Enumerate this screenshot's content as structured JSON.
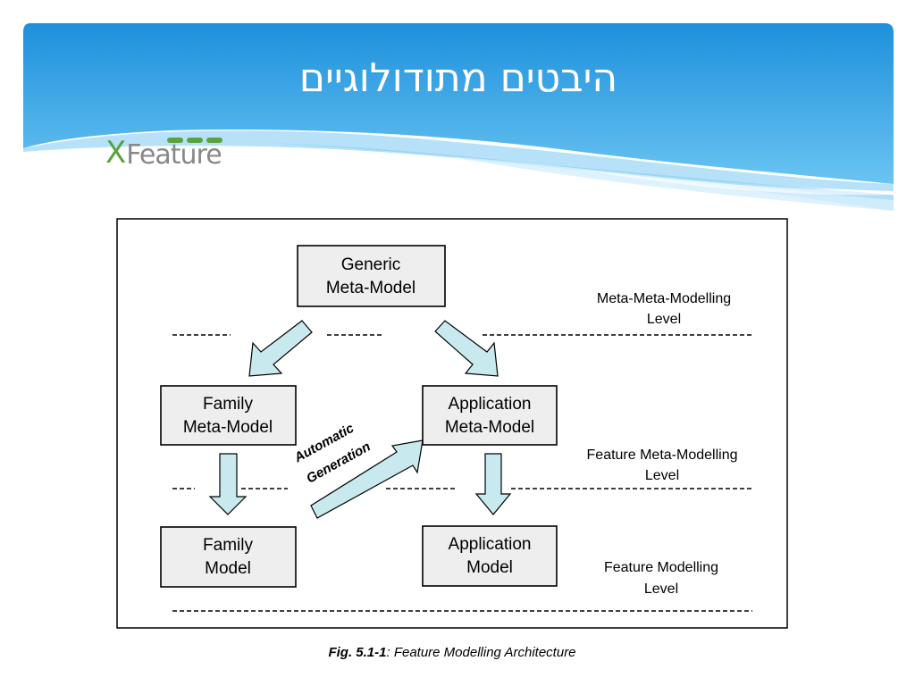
{
  "slide": {
    "title": "היבטים מתודולוגיים",
    "logo_prefix": "X",
    "logo_word": "Feature"
  },
  "colors": {
    "banner_top": "#1e90dc",
    "banner_bottom": "#6ac4f2",
    "arrow_fill": "#c8e9ee",
    "box_fill": "#eeeeee",
    "logo_green": "#58a33c"
  },
  "diagram": {
    "boxes": {
      "generic_meta_model": [
        "Generic",
        "Meta-Model"
      ],
      "family_meta_model": [
        "Family",
        "Meta-Model"
      ],
      "application_meta_model": [
        "Application",
        "Meta-Model"
      ],
      "family_model": [
        "Family",
        "Model"
      ],
      "application_model": [
        "Application",
        "Model"
      ]
    },
    "levels": {
      "meta_meta": [
        "Meta-Meta-Modelling",
        "Level"
      ],
      "feature_meta": [
        "Feature Meta-Modelling",
        "Level"
      ],
      "feature": [
        "Feature Modelling",
        "Level"
      ]
    },
    "automatic_generation": [
      "Automatic",
      "Generation"
    ]
  },
  "caption": {
    "number": "Fig. 5.1-1",
    "text": ": Feature Modelling Architecture"
  }
}
